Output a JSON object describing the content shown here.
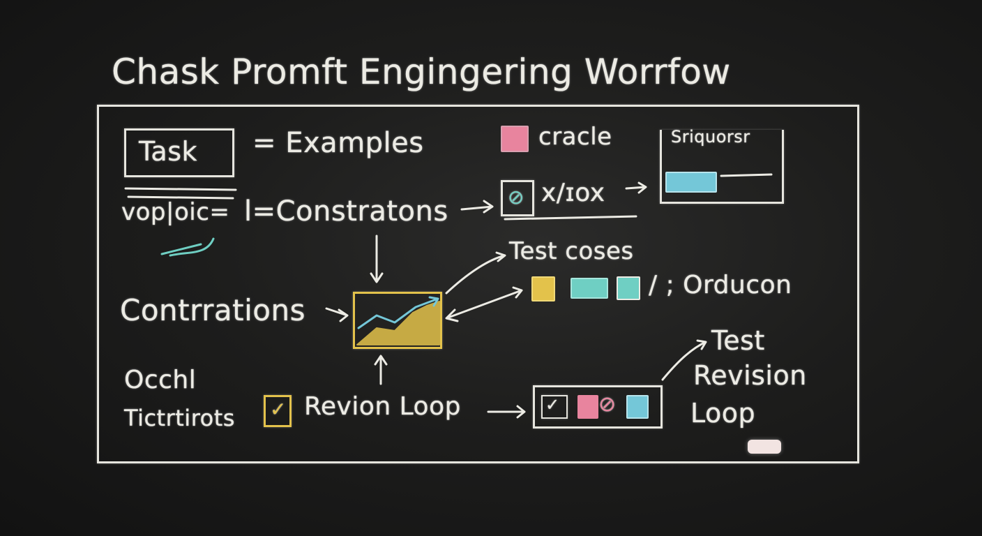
{
  "title": "Chask Promft Engingering Worrfow",
  "nodes": {
    "task": "Task",
    "examples": "= Examples",
    "cracle": "cracle",
    "sriquorsr": "Sriquorsr",
    "vop": "vop|oic=",
    "constratons": "l=Constratons",
    "xrox": "x/ɪox",
    "test_cases": "Test coses",
    "orducon": "/ ; Orducon",
    "contrrations": "Contrrations",
    "occhl": "Occhl",
    "tictrtirots": "Tictrtirots",
    "revion_loop": "Revion Loop",
    "test_revision_loop": [
      "Test",
      "Revision",
      "Loop"
    ]
  },
  "colors": {
    "chalk": "#ecebe4",
    "pink": "#e8849e",
    "teal": "#6fcfc3",
    "yellow": "#e3c24b",
    "blue": "#74c7d8"
  },
  "icons": [
    "check-icon",
    "no-symbol-icon",
    "trend-up-chart-icon",
    "chalk-eraser-icon"
  ]
}
